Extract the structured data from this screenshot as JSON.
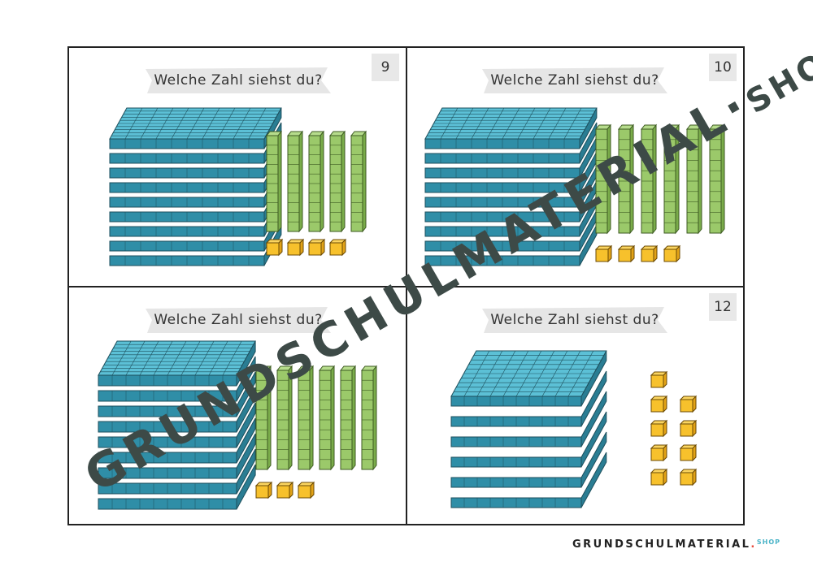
{
  "cards": [
    {
      "id": "card-9",
      "question": "Welche Zahl siehst du?",
      "number": "9",
      "plates": 9,
      "rods": 5,
      "cubes": 4
    },
    {
      "id": "card-10",
      "question": "Welche Zahl siehst du?",
      "number": "10",
      "plates": 9,
      "rods": 6,
      "cubes": 4
    },
    {
      "id": "card-11",
      "question": "Welche Zahl siehst du?",
      "number": "",
      "plates": 9,
      "rods": 6,
      "cubes": 3
    },
    {
      "id": "card-12",
      "question": "Welche Zahl siehst du?",
      "number": "12",
      "plates": 6,
      "rods": 0,
      "cubes": 9
    }
  ],
  "watermark": {
    "main": "GRUNDSCHULMATERIAL",
    "dot": "·",
    "suffix": "SHOP"
  },
  "footer": {
    "brand": "GRUNDSCHULMATERIAL",
    "dot": ".",
    "shop": "SHOP"
  },
  "colors": {
    "plate_top": "#5cc0d6",
    "plate_side": "#2f8ea7",
    "rod": "#9bc96a",
    "rod_dark": "#7aac4a",
    "cube": "#f7c12c",
    "cube_dark": "#e2a317",
    "watermark": "#3d4a47"
  }
}
